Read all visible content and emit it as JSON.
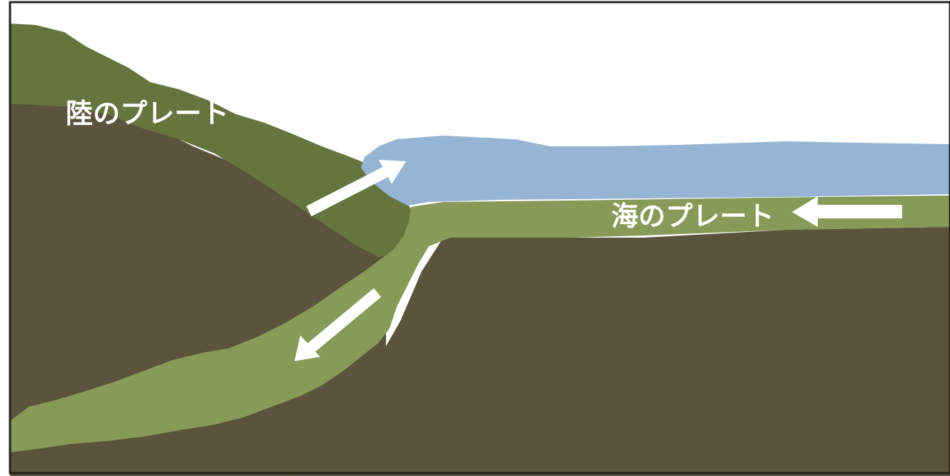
{
  "labels": {
    "continental_plate": "陸のプレート",
    "oceanic_plate": "海のプレート"
  },
  "colors": {
    "mantle": "#5b533c",
    "continental_plate": "#66753e",
    "oceanic_plate": "#879a58",
    "sea": "#96b4d3",
    "arrow": "#ffffff",
    "frame": "#222222"
  },
  "arrows": {
    "continental_uplift": "arrow-up-right",
    "oceanic_subduction": "arrow-down-left",
    "oceanic_motion": "arrow-left"
  }
}
